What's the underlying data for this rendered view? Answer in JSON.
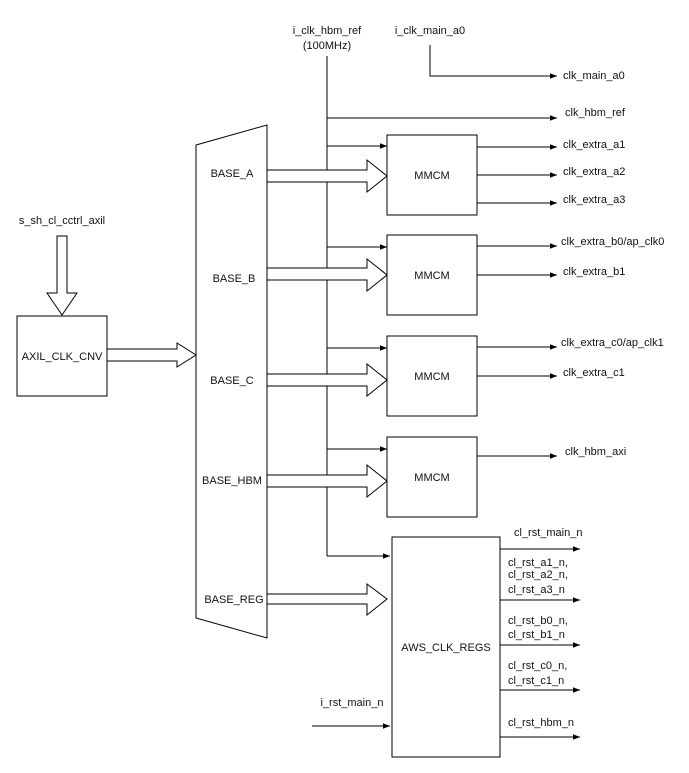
{
  "inputs": {
    "clk_hbm_ref_line1": "i_clk_hbm_ref",
    "clk_hbm_ref_line2": "(100MHz)",
    "clk_main_a0": "i_clk_main_a0",
    "axil_bus": "s_sh_cl_cctrl_axil",
    "rst_main_n": "i_rst_main_n"
  },
  "blocks": {
    "axil_clk_cnv": "AXIL_CLK_CNV",
    "aws_clk_regs": "AWS_CLK_REGS",
    "mmcm_labels": [
      "MMCM",
      "MMCM",
      "MMCM",
      "MMCM"
    ]
  },
  "mux_ports": [
    "BASE_A",
    "BASE_B",
    "BASE_C",
    "BASE_HBM",
    "BASE_REG"
  ],
  "outputs": {
    "clk_main_a0": "clk_main_a0",
    "clk_hbm_ref": "clk_hbm_ref",
    "clk_extra_a1": "clk_extra_a1",
    "clk_extra_a2": "clk_extra_a2",
    "clk_extra_a3": "clk_extra_a3",
    "clk_extra_b0": "clk_extra_b0/ap_clk0",
    "clk_extra_b1": "clk_extra_b1",
    "clk_extra_c0": "clk_extra_c0/ap_clk1",
    "clk_extra_c1": "clk_extra_c1",
    "clk_hbm_axi": "clk_hbm_axi"
  },
  "resets": {
    "main": "cl_rst_main_n",
    "a_line1": "cl_rst_a1_n,",
    "a_line2": "cl_rst_a2_n,",
    "a_line3": "cl_rst_a3_n",
    "b_line1": "cl_rst_b0_n,",
    "b_line2": "cl_rst_b1_n",
    "c_line1": "cl_rst_c0_n,",
    "c_line2": "cl_rst_c1_n",
    "hbm": "cl_rst_hbm_n"
  }
}
